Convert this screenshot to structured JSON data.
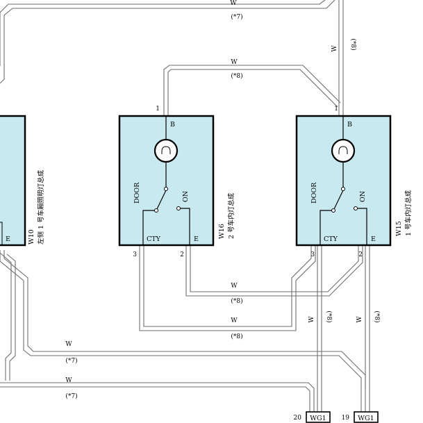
{
  "wire_color": "W",
  "notes": {
    "n7": "(*7)",
    "n8": "(*8)"
  },
  "w10": {
    "code": "W10",
    "name": "左侧 1 号车厢照明灯总成",
    "pin_e": "E"
  },
  "w16": {
    "code": "W16",
    "name": "2 号车内灯总成",
    "pin1": "1",
    "pin2": "2",
    "pin3": "3",
    "b": "B",
    "door": "DOOR",
    "on": "ON",
    "cty": "CTY",
    "e": "E"
  },
  "w15": {
    "code": "W15",
    "name": "1 号车内灯总成",
    "pin1": "1",
    "pin2": "2",
    "pin3": "3",
    "b": "B",
    "door": "DOOR",
    "on": "ON",
    "cty": "CTY",
    "e": "E"
  },
  "connectors": [
    {
      "pin": "20",
      "name": "WG1"
    },
    {
      "pin": "19",
      "name": "WG1"
    }
  ],
  "colors": {
    "component_fill": "#c9e9f1",
    "wire": "#6e6e6e",
    "outline": "#000000"
  }
}
